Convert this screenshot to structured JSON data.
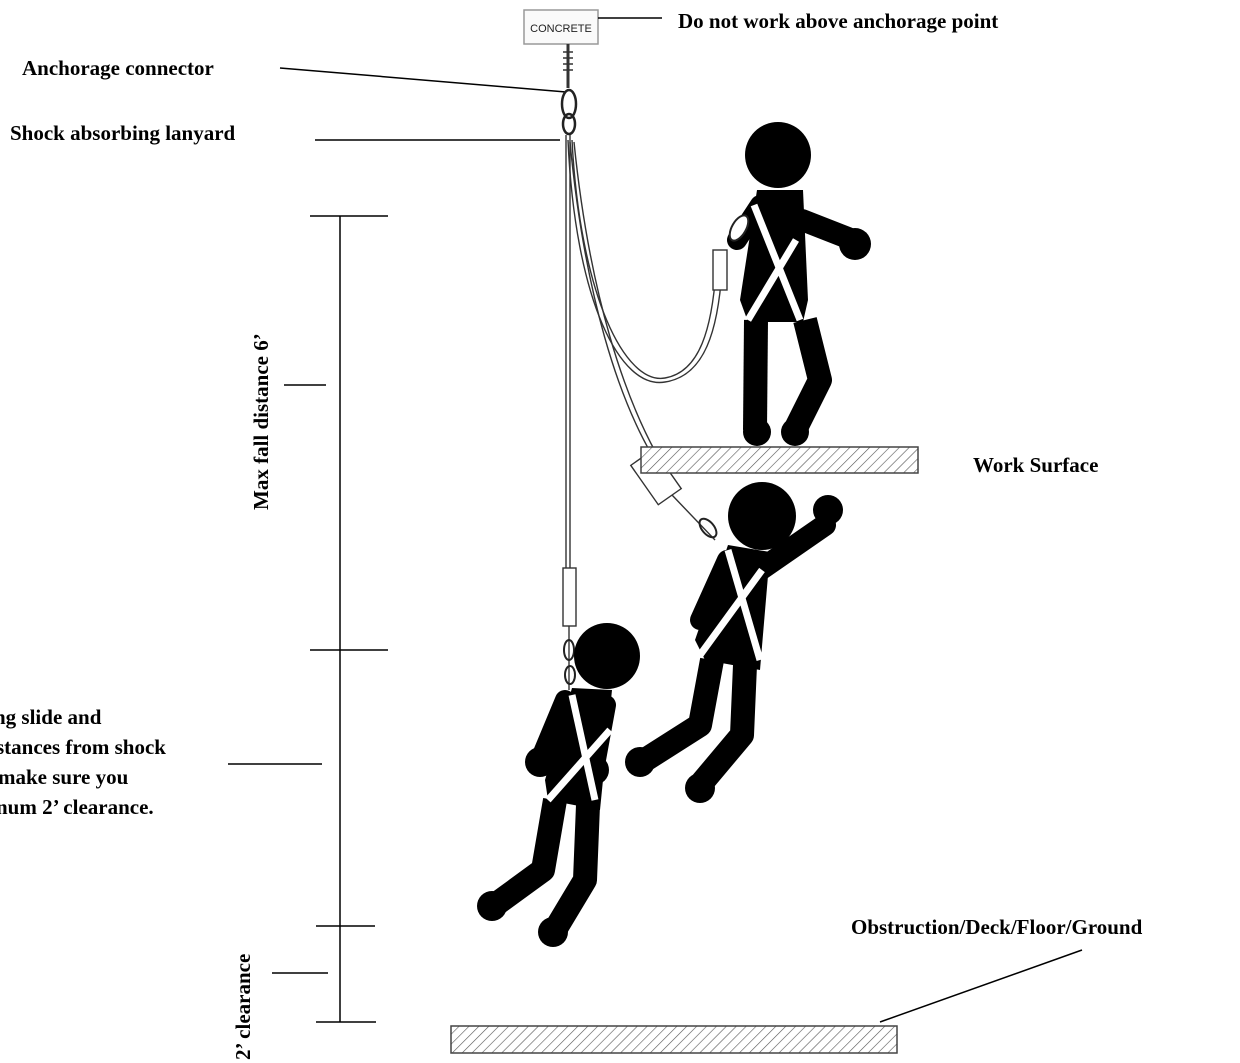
{
  "labels": {
    "concrete": "CONCRETE",
    "do_not_work": "Do not work above anchorage point",
    "anchorage_connector": "Anchorage connector",
    "shock_lanyard": "Shock absorbing lanyard",
    "max_fall": "Max fall distance 6’",
    "work_surface": "Work Surface",
    "obstruction": "Obstruction/Deck/Floor/Ground",
    "clearance": "2’ clearance",
    "note_lines": [
      "ng slide and",
      "stances from shock",
      "make sure you",
      "num 2’ clearance."
    ]
  },
  "colors": {
    "ink": "#000000",
    "hatch": "#555555",
    "lanyard": "#333333"
  },
  "icons": [
    "concrete-anchor-block",
    "carabiner-icon",
    "worker-figure"
  ]
}
